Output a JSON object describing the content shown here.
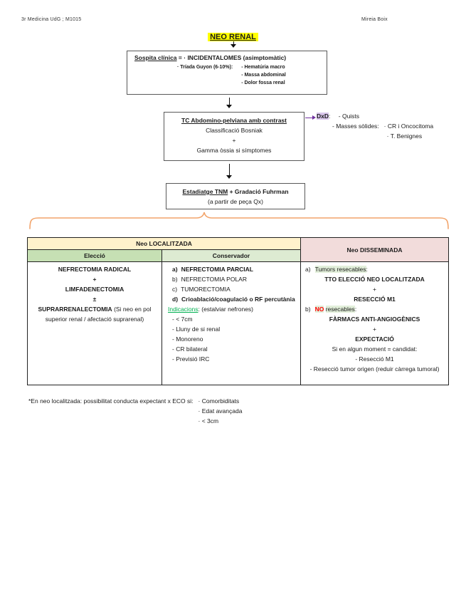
{
  "colors": {
    "highlight_yellow": "#FFFF00",
    "highlight_purple": "#D9C6EC",
    "highlight_green": "#E2EFDA",
    "header_cream": "#FFF2CC",
    "header_pink": "#F2DCDB",
    "header_green": "#C6E0B4",
    "header_light_green": "#DDEBD2",
    "brace_orange": "#F2A46B",
    "green_text": "#00B050",
    "red_text": "#FF0000",
    "purple_arrow": "#7030A0"
  },
  "header": {
    "left": "3r Medicina UdG ; M1015",
    "right": "Mireia Boix",
    "title": "NEO RENAL"
  },
  "suspicion": {
    "label": "Sospita clínica",
    "eq": "=",
    "incidentalomes": "· INCIDENTALOMES (asimptomàtic)",
    "triada_label": "· Tríada Guyon (6-10%):",
    "triada_items": [
      "- Hematúria macro",
      "- Massa abdominal",
      "- Dolor fossa renal"
    ]
  },
  "tc": {
    "title": "TC Abdomino-pelviana amb contrast",
    "bosniak": "Classificació Bosniak",
    "plus": "+",
    "gamma": "Gamma òssia si símptomes"
  },
  "dxd": {
    "label": "DxD",
    "colon": ":",
    "quists": "- Quists",
    "masses": "- Masses sòlides:",
    "masses_items": [
      "· CR i Oncocitoma",
      "· T. Benignes"
    ]
  },
  "tnm": {
    "underlined": "Estadiatge TNM",
    "rest": "+ Gradació Fuhrman",
    "subtitle": "(a partir de peça Qx)"
  },
  "table": {
    "localitzada": "Neo LOCALITZADA",
    "disseminada": "Neo DISSEMINADA",
    "eleccio_header": "Elecció",
    "conservador_header": "Conservador",
    "eleccio": {
      "l1": "NEFRECTOMIA RADICAL",
      "l2": "+",
      "l3": "LIMFADENECTOMIA",
      "l4": "±",
      "l5_bold": "SUPRARRENALECTOMIA",
      "l5_rest": "(Si neo en pol superior renal / afectació suprarenal)"
    },
    "conservador": {
      "a_marker": "a)",
      "a_text": "NEFRECTOMIA PARCIAL",
      "b_marker": "b)",
      "b_text": "NEFRECTOMIA POLAR",
      "c_marker": "c)",
      "c_text": "TUMORECTOMIA",
      "d_marker": "d)",
      "d_text": "Crioablació/coagulació o RF percutània",
      "indicacions_label": "Indicacions",
      "indicacions_rest": ": (estalviar nefrones)",
      "items": [
        "- < 7cm",
        "- Lluny de si renal",
        "- Monoreno",
        "- CR bilateral",
        "- Previsió IRC"
      ]
    },
    "disseminada_body": {
      "a_marker": "a)",
      "a_highlight": "Tumors resecables",
      "a_colon": ":",
      "a_l1": "TTO ELECCIÓ NEO LOCALITZADA",
      "a_plus": "+",
      "a_l2": "RESECCIÓ M1",
      "b_marker": "b)",
      "b_no": "NO",
      "b_rest": "resecables",
      "b_colon": ":",
      "b_l1": "FÀRMACS ANTI-ANGIOGÈNICS",
      "b_plus": "+",
      "b_l2": "EXPECTACIÓ",
      "b_l3": "Si en algun moment = candidat:",
      "b_l4": "- Resecció M1",
      "b_l5": "- Resecció tumor origen (reduir càrrega tumoral)"
    }
  },
  "footnote": {
    "main": "*En neo localitzada: possibilitat conducta expectant x ECO si:",
    "items": [
      "· Comorbiditats",
      "· Edat avançada",
      "· < 3cm"
    ]
  }
}
